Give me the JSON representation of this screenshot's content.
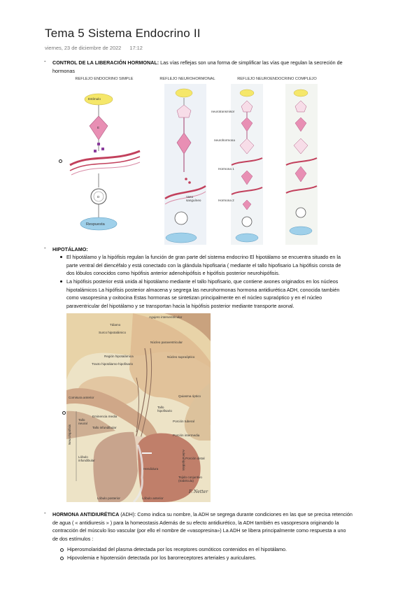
{
  "document": {
    "title": "Tema 5 Sistema Endocrino II",
    "date": "viernes, 23 de diciembre de 2022",
    "time": "17:12"
  },
  "section1": {
    "heading_bold": "CONTROL DE LA LIBERACIÓN HORMONAL:",
    "text_line1": " Las vías reflejas son una forma de simplificar las vías que regulan la secreción de",
    "text_line2": "hormonas"
  },
  "figure1": {
    "panel1_title": "REFLEJO ENDOCRINO SIMPLE",
    "panel2_title": "REFLEJO NEUROHORMONAL",
    "panel3_title": "REFLEJO NEUROENDOCRINO COMPLEJO",
    "estimulo": "Estímulo",
    "e_label": "E",
    "d_label": "D",
    "respuesta": "Respuesta",
    "neurotransmisor": "neurotransmisor",
    "neurohormona": "neurohormona",
    "hormona1": "Hormona 1",
    "hormona2": "Hormona 2",
    "vaso": "Vaso",
    "sanguineo": "sanguíneo"
  },
  "section2": {
    "heading": "HIPOTÁLAMO:",
    "b1_l1": "El hipotálamo y la hipófisis regulan la función de gran parte del sistema endocrino El hipotálamo se encuentra situado en la",
    "b1_l2": "parte ventral del diencéfalo y está conectado con la glándula hipofisaria ( mediante el tallo hipofisario La hipófisis consta de",
    "b1_l3": "dos lóbulos conocidos como hipófisis anterior adenohipófisis e hipófisis posterior neurohipófisis.",
    "b2_l1": "La hipófisis posterior está unida al hipotálamo mediante el tallo hipofisario, que contiene axones originados en los núcleos",
    "b2_l2": "hipotalámicos La hipófisis posterior almacena y segrega las neurohormonas hormona antidiurética ADH, conocida también",
    "b2_l3": "como vasopresina y oxitocina Estas hormonas se sintetizan principalmente en el núcleo supraóptico y en el núcleo",
    "b2_l4": "paraventricular del hipotálamo y se transportan hacia la hipófisis posterior mediante transporte axonal."
  },
  "figure2": {
    "lbl_agujero": "Agujero interventricular",
    "lbl_talamo": "Tálamo",
    "lbl_surco": "Surco hipotalámico",
    "lbl_paraventricular": "Núcleo paraventricular",
    "lbl_region": "Región hipotalámica",
    "lbl_tracto": "Tracto hipotálamo-hipofisario",
    "lbl_supraoptico": "Núcleo supraóptico",
    "lbl_quiasma": "Quiasma óptico",
    "lbl_comisura": "Comisura anterior",
    "lbl_eminencia": "Eminencia media",
    "lbl_tallo_inf": "Tallo infundibular",
    "lbl_tallo_hip": "Tallo hipofisario",
    "lbl_tallo_neural": "Tallo neural",
    "lbl_neurohipofisis": "Neurohipófisis",
    "lbl_adenohipofisis": "Adenohipófisis",
    "lbl_pars_tuberal": "Porción tuberal",
    "lbl_pars_intermedia": "Porción intermedia",
    "lbl_pars_distal": "Porción distal",
    "lbl_lobulo_inf": "Lóbulo infundibular",
    "lbl_hendidura": "Hendidura",
    "lbl_tejido": "Tejido conjuntivo (trabécula)",
    "lbl_lob_post": "Lóbulo posterior",
    "lbl_lob_ant": "Lóbulo anterior",
    "signature": "F. Netter"
  },
  "section3": {
    "heading_bold": "HORMONA ANTIDIURÉTICA",
    "l1_rest": " (ADH): Como indica su nombre, la ADH se segrega durante condiciones en las que se precisa retención",
    "l2": "de agua ( « antidiuresis » ) para la homeostasis Además de su efecto antidiurético, la ADH también es vasopresora originando la",
    "l3": "contracción del músculo liso vascular (por ello el nombre de «vasopresina») La ADH se libera principalmente como respuesta a uno",
    "l4": "de dos estímulos :",
    "sub1": "Hiperosmolaridad del plasma detectada por los receptores osmóticos contenidos en el hipotálamo.",
    "sub2": "Hipovolemia e hipotensión detectada por los barorreceptores arteriales y auriculares."
  },
  "colors": {
    "pink_cell": "#e88fb4",
    "estimulo_yellow": "#f5e76a",
    "respuesta_blue": "#9fd0ea",
    "vessel_red": "#c2405c",
    "netter_flesh": "#d9a48e",
    "netter_bg": "#ede3c6"
  }
}
